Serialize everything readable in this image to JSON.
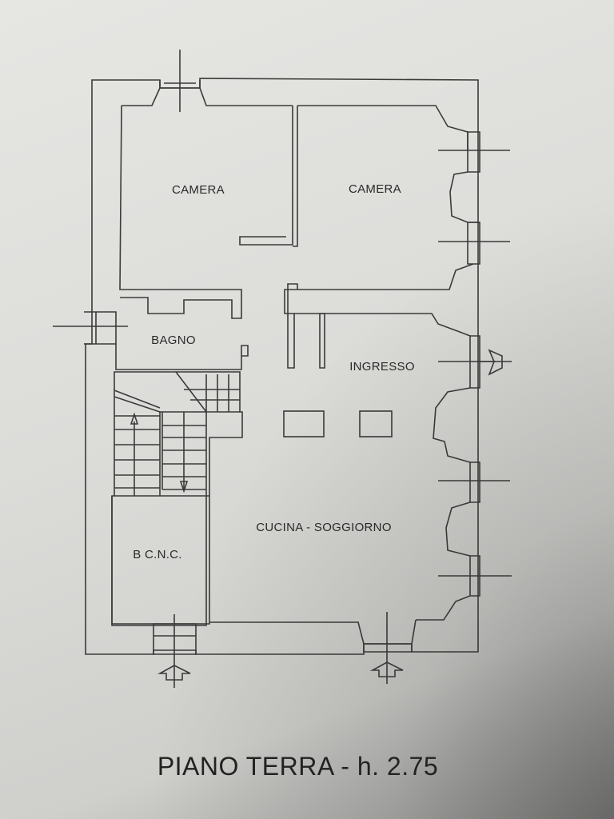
{
  "plan": {
    "rooms": {
      "camera_left": "CAMERA",
      "camera_right": "CAMERA",
      "bagno": "BAGNO",
      "ingresso": "INGRESSO",
      "cucina_soggiorno": "CUCINA - SOGGIORNO",
      "bcnc": "B C.N.C."
    },
    "caption": "PIANO TERRA - h. 2.75"
  }
}
